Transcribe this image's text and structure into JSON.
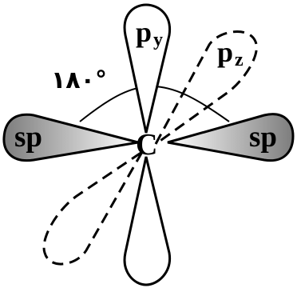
{
  "diagram": {
    "center_atom": "C",
    "lobes": {
      "sp_left": "sp",
      "sp_right": "sp",
      "py_main": "p",
      "py_sub": "y",
      "pz_main": "p",
      "pz_sub": "z"
    },
    "angle_label": "١٨٠°"
  },
  "colors": {
    "stroke": "#000000",
    "sp_gradient_dark": "#7d7d7d",
    "sp_gradient_light": "#ffffff"
  }
}
